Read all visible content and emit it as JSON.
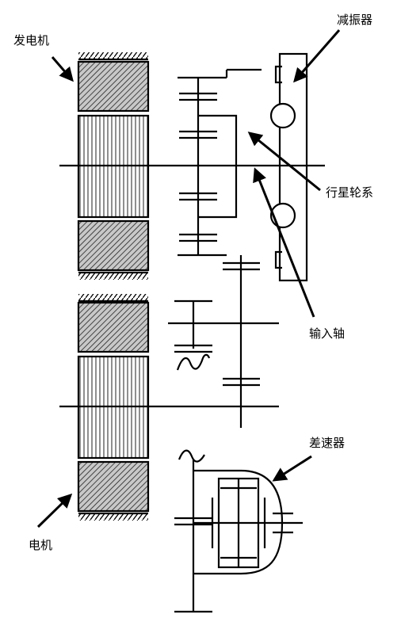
{
  "labels": {
    "generator": "发电机",
    "damper": "减振器",
    "planetary": "行星轮系",
    "input_shaft": "输入轴",
    "differential": "差速器",
    "motor": "电机"
  },
  "colors": {
    "line": "#000000",
    "rotor_fill": "#bfbfbf",
    "background": "#ffffff"
  }
}
